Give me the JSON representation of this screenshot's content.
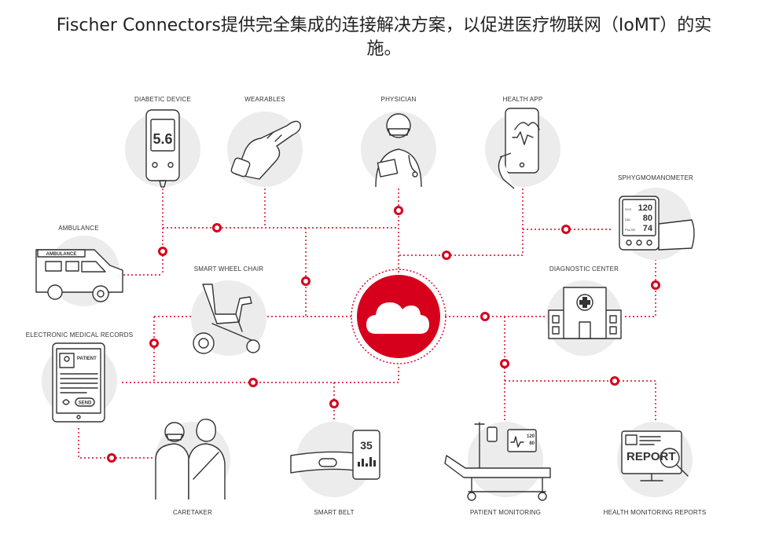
{
  "caption": {
    "line1": "Fischer Connectors提供完全集成的连接解决方案，以促进医疗物联网（IoMT）的实",
    "line2": "施。"
  },
  "colors": {
    "accent": "#d6001c",
    "node_bg": "#ececec",
    "line": "#333333"
  },
  "nodes": {
    "diabetic_device": {
      "label": "DIABETIC DEVICE",
      "reading": "5.6"
    },
    "wearables": {
      "label": "WEARABLES"
    },
    "physician": {
      "label": "PHYSICIAN"
    },
    "health_app": {
      "label": "HEALTH APP"
    },
    "sphygmomanometer": {
      "label": "SPHYGMOMANOMETER",
      "sys": "120",
      "dia": "80",
      "pulse": "74",
      "sys_tag": "SYS",
      "dia_tag": "DIA",
      "pulse_tag": "PULSE"
    },
    "ambulance": {
      "label": "AMBULANCE",
      "sign": "AMBULANCE"
    },
    "smart_wheel_chair": {
      "label": "SMART WHEEL CHAIR"
    },
    "diagnostic_center": {
      "label": "DIAGNOSTIC CENTER"
    },
    "emr": {
      "label": "ELECTRONIC MEDICAL RECORDS",
      "patient": "PATIENT",
      "send": "SEND"
    },
    "caretaker": {
      "label": "CARETAKER"
    },
    "smart_belt": {
      "label": "SMART BELT",
      "reading": "35"
    },
    "patient_monitoring": {
      "label": "PATIENT MONITORING",
      "v1": "120",
      "v2": "80"
    },
    "health_reports": {
      "label": "HEALTH MONITORING REPORTS",
      "report": "REPORT"
    }
  }
}
